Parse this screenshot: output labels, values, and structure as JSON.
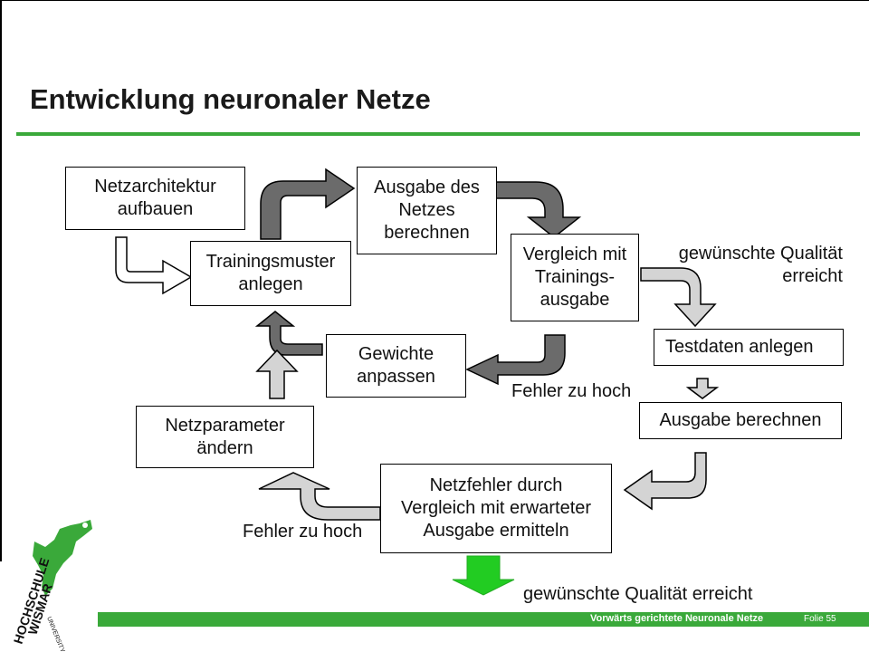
{
  "slide": {
    "title": "Entwicklung neuronaler Netze",
    "footer": "Vorwärts gerichtete Neuronale Netze",
    "page": "Folie 55"
  },
  "boxes": {
    "netzarchitektur": "Netzarchitektur\naufbauen",
    "trainingsmuster": "Trainingsmuster\nanlegen",
    "ausgabe_netz": "Ausgabe des\nNetzes\nberechnen",
    "vergleich": "Vergleich mit\nTrainings-\nausgabe",
    "gewichte": "Gewichte\nanpassen",
    "testdaten": "Testdaten anlegen",
    "ausgabe_berechnen": "Ausgabe berechnen",
    "netzparameter": "Netzparameter\nändern",
    "netzfehler": "Netzfehler durch\nVergleich mit erwarteter\nAusgabe ermitteln"
  },
  "labels": {
    "qualitaet_1": "gewünschte Qualität\nerreicht",
    "fehler_1": "Fehler zu hoch",
    "fehler_2": "Fehler zu hoch",
    "qualitaet_2": "gewünschte Qualität erreicht"
  },
  "logo": {
    "name": "HOCHSCHULE WISMAR",
    "subtitle": "UNIVERSITY OF TECHNOLOGY, BUSINESS AND DESIGN"
  },
  "colors": {
    "accent_green": "#3aa93a",
    "arrow_dark": "#6b6b6b",
    "arrow_light": "#d4d4d4",
    "arrow_green": "#22cc22"
  }
}
